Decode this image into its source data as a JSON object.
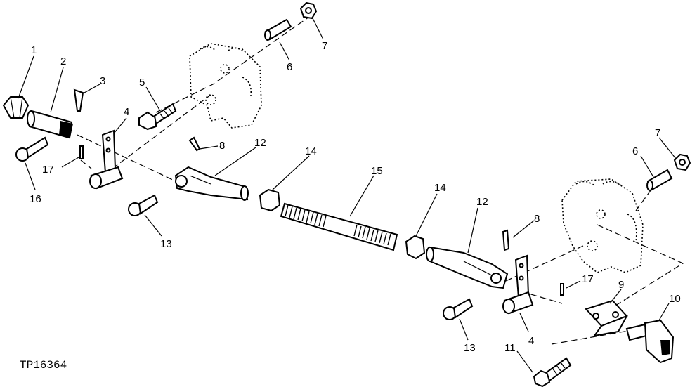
{
  "figure": {
    "id_text": "TP16364"
  },
  "callouts": [
    {
      "key": "c1",
      "text": "1"
    },
    {
      "key": "c2",
      "text": "2"
    },
    {
      "key": "c3",
      "text": "3"
    },
    {
      "key": "c4a",
      "text": "4"
    },
    {
      "key": "c5",
      "text": "5"
    },
    {
      "key": "c6a",
      "text": "6"
    },
    {
      "key": "c7a",
      "text": "7"
    },
    {
      "key": "c8a",
      "text": "8"
    },
    {
      "key": "c12a",
      "text": "12"
    },
    {
      "key": "c14a",
      "text": "14"
    },
    {
      "key": "c15",
      "text": "15"
    },
    {
      "key": "c17a",
      "text": "17"
    },
    {
      "key": "c16",
      "text": "16"
    },
    {
      "key": "c13a",
      "text": "13"
    },
    {
      "key": "c14b",
      "text": "14"
    },
    {
      "key": "c12b",
      "text": "12"
    },
    {
      "key": "c8b",
      "text": "8"
    },
    {
      "key": "c7b",
      "text": "7"
    },
    {
      "key": "c6b",
      "text": "6"
    },
    {
      "key": "c17b",
      "text": "17"
    },
    {
      "key": "c9",
      "text": "9"
    },
    {
      "key": "c10",
      "text": "10"
    },
    {
      "key": "c4b",
      "text": "4"
    },
    {
      "key": "c13b",
      "text": "13"
    },
    {
      "key": "c11",
      "text": "11"
    }
  ]
}
